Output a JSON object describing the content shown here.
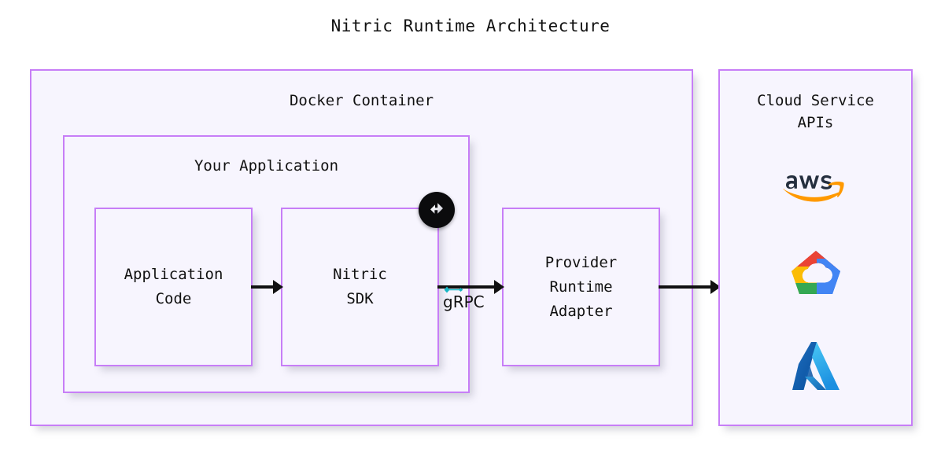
{
  "title": "Nitric Runtime Architecture",
  "colors": {
    "box_border": "#c77ef7",
    "box_fill": "#f7f5fe",
    "page_background": "#ffffff",
    "arrow": "#111111",
    "text": "#111111",
    "nitric_badge": "#0b0b0d",
    "grpc_handle": "#16b6c4",
    "aws_text": "#252f3e",
    "aws_arrow": "#ff9900",
    "gcp_red": "#ea4335",
    "gcp_blue": "#4285f4",
    "gcp_yellow": "#fbbc05",
    "gcp_green": "#34a853",
    "azure_dark": "#0e5ba6",
    "azure_light": "#3cc8f5"
  },
  "docker_container": {
    "label": "Docker Container",
    "your_application": {
      "label": "Your Application",
      "boxes": [
        {
          "id": "application-code",
          "label": "Application\nCode",
          "badge": null
        },
        {
          "id": "nitric-sdk",
          "label": "Nitric\nSDK",
          "badge": "nitric-logo-badge"
        }
      ]
    },
    "provider_adapter": {
      "id": "provider-adapter",
      "label": "Provider\nRuntime\nAdapter"
    }
  },
  "cloud_panel": {
    "label": "Cloud Service\nAPIs",
    "logos": [
      {
        "id": "logo-aws",
        "name": "aws",
        "icon": "aws-logo"
      },
      {
        "id": "logo-gcp",
        "name": "Google Cloud",
        "icon": "google-cloud-logo"
      },
      {
        "id": "logo-azure",
        "name": "Microsoft Azure",
        "icon": "azure-logo"
      }
    ]
  },
  "arrows": [
    {
      "id": "arrow-code-to-sdk",
      "from": "Application Code",
      "to": "Nitric SDK",
      "label": ""
    },
    {
      "id": "arrow-sdk-to-adapter",
      "from": "Nitric SDK",
      "to": "Provider Runtime Adapter",
      "label": "gRPC"
    },
    {
      "id": "arrow-adapter-to-cloud",
      "from": "Provider Runtime Adapter",
      "to": "Cloud Service APIs",
      "label": ""
    }
  ],
  "grpc": {
    "label": "gRPC"
  }
}
